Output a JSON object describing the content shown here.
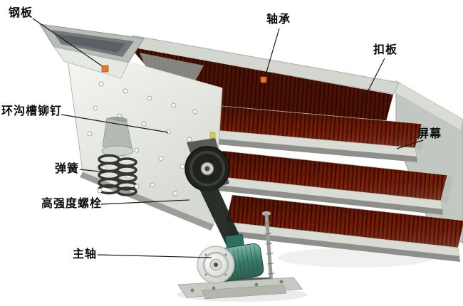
{
  "labels": {
    "steel_plate": "钢板",
    "bearing": "轴承",
    "buckle_plate": "扣板",
    "ring_groove_rivet": "环沟槽铆钉",
    "screen_mesh": "屏幕",
    "spring": "弹簧",
    "high_strength_bolt": "高强度螺栓",
    "main_shaft": "主轴"
  },
  "colors": {
    "background": "#ffffff",
    "label_text": "#0b0b0b",
    "leader_line": "#1a1a1a",
    "marker_orange": "#e4782e",
    "mesh_red": "#7d1e05",
    "mesh_line_dark": "#3f0c00",
    "body_gray": "#e9ebe5",
    "frame_gray": "#c3c7c1",
    "motor_teal": "#3c7a6a",
    "belt_dark": "#1d241d"
  }
}
